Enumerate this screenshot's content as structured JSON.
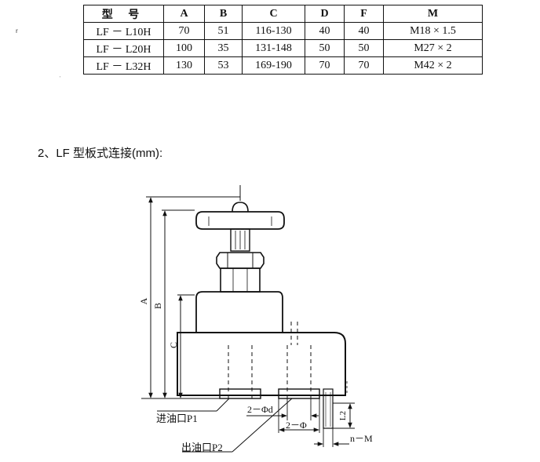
{
  "table": {
    "headers": [
      "型 号",
      "A",
      "B",
      "C",
      "D",
      "F",
      "M"
    ],
    "rows": [
      [
        "LF － L10H",
        "70",
        "51",
        "116-130",
        "40",
        "40",
        "M18 × 1.5"
      ],
      [
        "LF － L20H",
        "100",
        "35",
        "131-148",
        "50",
        "50",
        "M27 × 2"
      ],
      [
        "LF － L32H",
        "130",
        "53",
        "169-190",
        "70",
        "70",
        "M42 × 2"
      ]
    ]
  },
  "section": {
    "heading": "2、LF 型板式连接(mm):"
  },
  "drawing": {
    "dim_A": "A",
    "dim_B": "B",
    "dim_C": "C",
    "dim_2phid": "2－Φd",
    "dim_2phi": "2－Φ",
    "dim_L2": "L2",
    "dim_nM": "n－M",
    "port_inlet": "进油口P1",
    "port_outlet": "出油口P2"
  },
  "colors": {
    "line": "#111111",
    "background": "#ffffff"
  }
}
